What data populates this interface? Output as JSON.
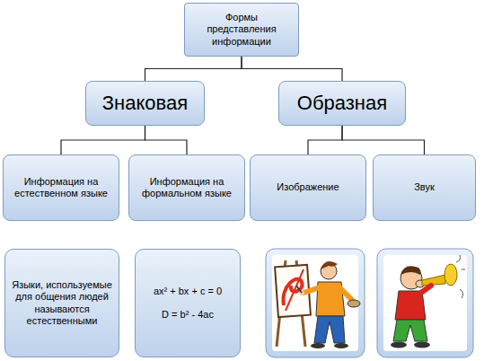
{
  "diagram": {
    "nodes": [
      {
        "text": [
          "Формы представления информации"
        ]
      },
      {
        "text": [
          "Знаковая"
        ]
      },
      {
        "text": [
          "Образная"
        ]
      },
      {
        "text": [
          "Информация на естественном языке"
        ]
      },
      {
        "text": [
          "Информация на формальном языке"
        ]
      },
      {
        "text": [
          "Изображение"
        ]
      },
      {
        "text": [
          "Звук"
        ]
      },
      {
        "text": [
          "Языки, используемые для общения людей называются естественными"
        ]
      },
      {
        "text": [
          "ax² + bx + c = 0",
          "D = b² - 4ac"
        ]
      }
    ],
    "edges": [
      {
        "from": 0,
        "to": 1,
        "arrow": "none"
      },
      {
        "from": 0,
        "to": 2,
        "arrow": "none"
      },
      {
        "from": 1,
        "to": 3,
        "arrow": "none"
      },
      {
        "from": 1,
        "to": 4,
        "arrow": "none"
      },
      {
        "from": 2,
        "to": 5,
        "arrow": "none"
      },
      {
        "from": 2,
        "to": 6,
        "arrow": "none"
      }
    ]
  }
}
